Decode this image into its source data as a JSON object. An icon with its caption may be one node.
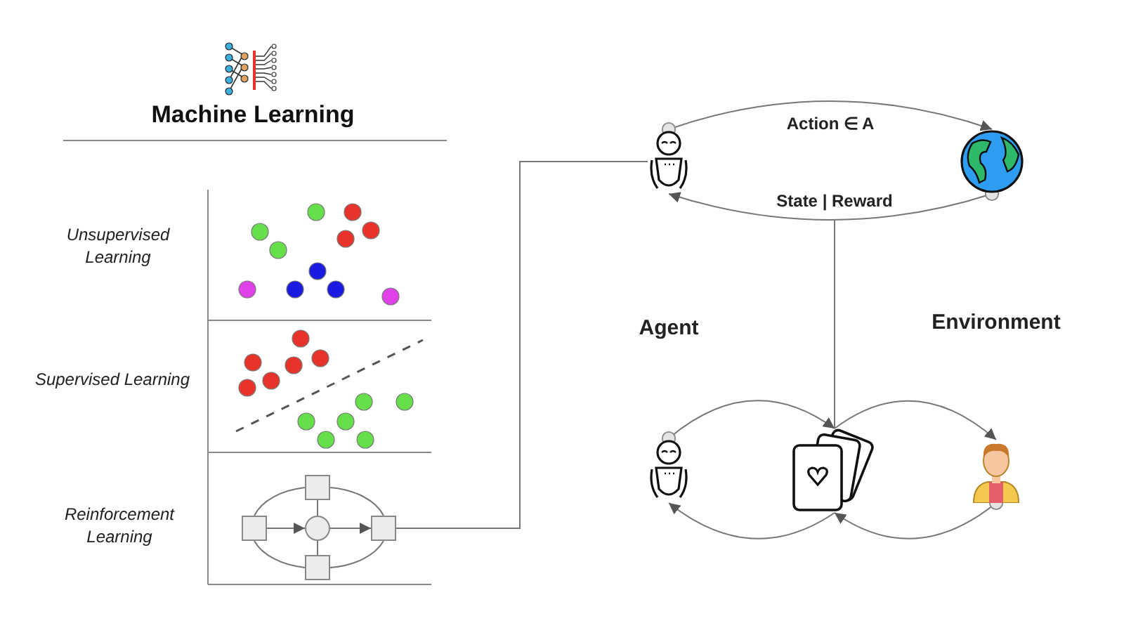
{
  "diagram": {
    "title": "Machine Learning",
    "nodes": [
      {
        "text": [],
        "shape": "box"
      },
      {
        "text": [],
        "shape": "box"
      },
      {
        "text": [],
        "shape": "circle"
      },
      {
        "text": [],
        "shape": "box"
      },
      {
        "text": [],
        "shape": "box"
      },
      {
        "text": [],
        "shape": "picture"
      },
      {
        "text": [],
        "shape": "picture"
      },
      {
        "text": [],
        "shape": "picture"
      },
      {
        "text": [],
        "shape": "picture"
      },
      {
        "text": [],
        "shape": "picture"
      }
    ],
    "edges": [
      {
        "from": 0,
        "to": 2,
        "arrow": "to"
      },
      {
        "from": 2,
        "to": 4,
        "arrow": "to"
      },
      {
        "from": 1,
        "to": 2,
        "arrow": "none"
      },
      {
        "from": 2,
        "to": 3,
        "arrow": "none"
      },
      {
        "from": 0,
        "to": 1,
        "arrow": "none"
      },
      {
        "from": 1,
        "to": 4,
        "arrow": "none"
      },
      {
        "from": 4,
        "to": 3,
        "arrow": "none"
      },
      {
        "from": 3,
        "to": 0,
        "arrow": "none"
      },
      {
        "from": 4,
        "to": 5,
        "arrow": "none"
      },
      {
        "from": 5,
        "to": 6,
        "arrow": "to",
        "label": "Action ∈ A"
      },
      {
        "from": 6,
        "to": 5,
        "arrow": "to",
        "label": "State | Reward"
      },
      {
        "from": null,
        "to": 8,
        "arrow": "none"
      },
      {
        "from": 7,
        "to": 8,
        "arrow": "to"
      },
      {
        "from": 8,
        "to": 7,
        "arrow": "to"
      },
      {
        "from": 8,
        "to": 9,
        "arrow": "to"
      },
      {
        "from": 9,
        "to": 8,
        "arrow": "to"
      }
    ],
    "labels": [
      "Unsupervised Learning",
      "Supervised Learning",
      "Reinforcement Learning",
      "Agent",
      "Environment"
    ]
  }
}
